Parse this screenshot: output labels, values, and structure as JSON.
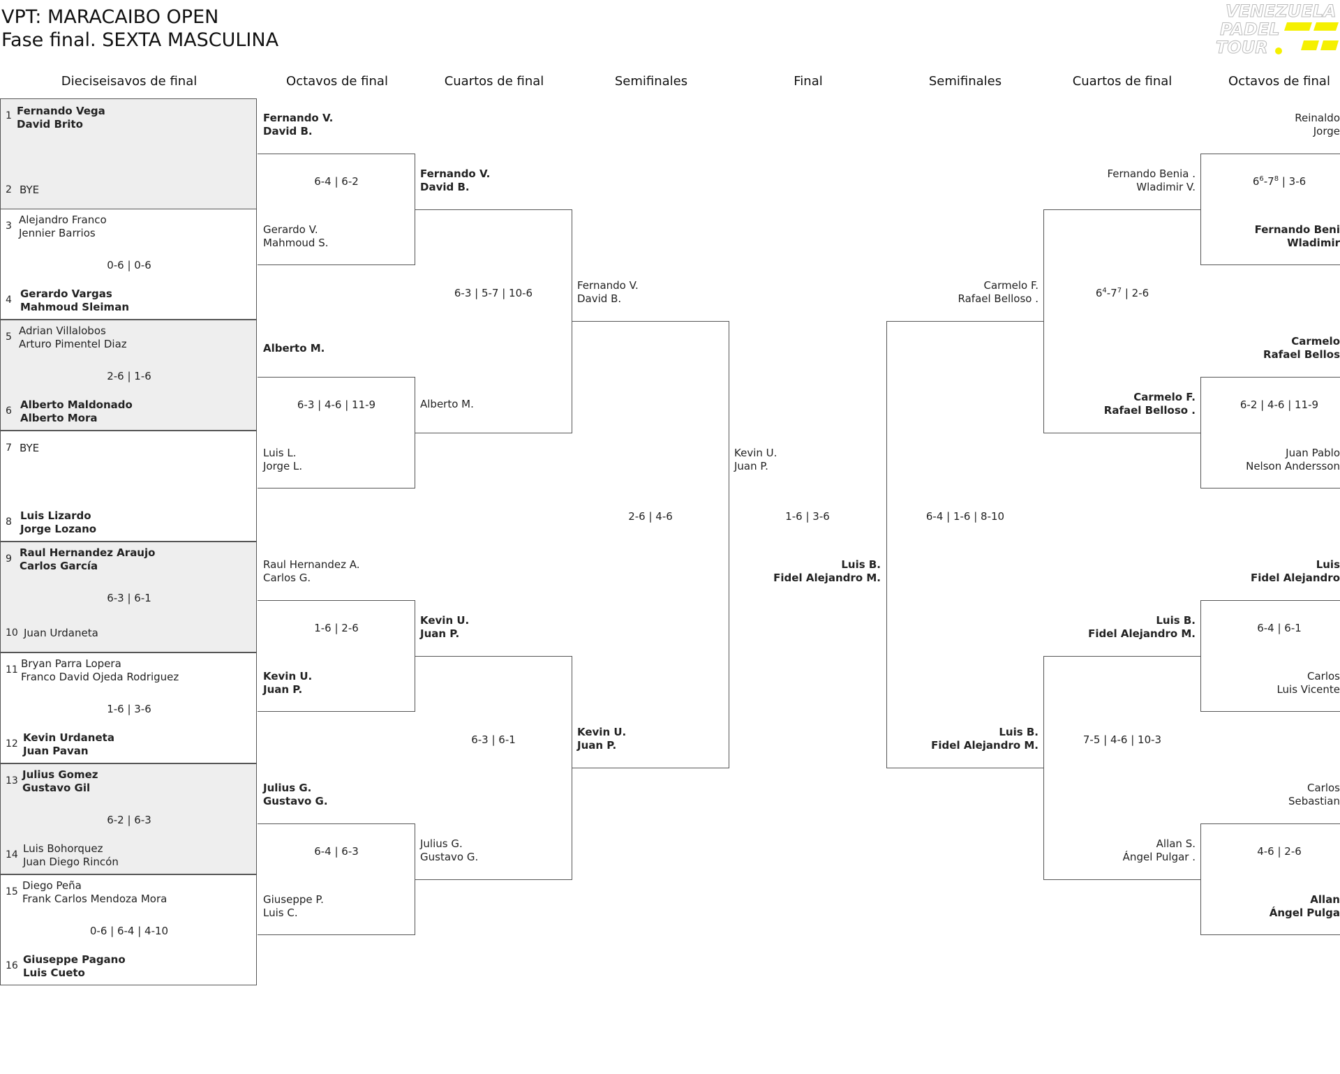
{
  "title": {
    "line1": "VPT: MARACAIBO OPEN",
    "line2": "Fase final. SEXTA MASCULINA"
  },
  "logo": {
    "line1": "VENEZUELA",
    "line2": "PADEL",
    "line3": "TOUR",
    "accent": "#f5f000"
  },
  "headers": [
    "Dieciseisavos de final",
    "Octavos de final",
    "Cuartos de final",
    "Semifinales",
    "Final",
    "Semifinales",
    "Cuartos de final",
    "Octavos de final"
  ],
  "r32": [
    {
      "seed_a": "1",
      "a1": "Fernando Vega",
      "a2": "David Brito",
      "seed_b": "2",
      "b1": "BYE",
      "b2": "",
      "score": ""
    },
    {
      "seed_a": "3",
      "a1": "Alejandro Franco",
      "a2": "Jennier Barrios",
      "seed_b": "4",
      "b1": "Gerardo Vargas",
      "b2": "Mahmoud Sleiman",
      "score": "0-6 | 0-6"
    },
    {
      "seed_a": "5",
      "a1": "Adrian Villalobos",
      "a2": "Arturo Pimentel Diaz",
      "seed_b": "6",
      "b1": "Alberto Maldonado",
      "b2": "Alberto Mora",
      "score": "2-6 | 1-6"
    },
    {
      "seed_a": "7",
      "a1": "BYE",
      "a2": "",
      "seed_b": "8",
      "b1": "Luis Lizardo",
      "b2": "Jorge Lozano",
      "score": ""
    },
    {
      "seed_a": "9",
      "a1": "Raul Hernandez Araujo",
      "a2": "Carlos García",
      "seed_b": "10",
      "b1": "Juan Urdaneta",
      "b2": "",
      "score": "6-3 | 6-1"
    },
    {
      "seed_a": "11",
      "a1": "Bryan Parra Lopera",
      "a2": "Franco David Ojeda Rodriguez",
      "seed_b": "12",
      "b1": "Kevin Urdaneta",
      "b2": "Juan Pavan",
      "score": "1-6 | 3-6"
    },
    {
      "seed_a": "13",
      "a1": "Julius Gomez",
      "a2": "Gustavo Gil",
      "seed_b": "14",
      "b1": "Luis Bohorquez",
      "b2": "Juan Diego Rincón",
      "score": "6-2 | 6-3"
    },
    {
      "seed_a": "15",
      "a1": "Diego Peña",
      "a2": "Frank Carlos Mendoza Mora",
      "seed_b": "16",
      "b1": "Giuseppe Pagano",
      "b2": "Luis Cueto",
      "score": "0-6 | 6-4 | 4-10"
    }
  ],
  "r16": [
    {
      "a1": "Fernando V.",
      "a2": "David B.",
      "b1": "Gerardo V.",
      "b2": "Mahmoud S.",
      "score": "6-4 | 6-2"
    },
    {
      "a1": "Alberto M.",
      "a2": "",
      "b1": "Luis L.",
      "b2": "Jorge L.",
      "score": "6-3 | 4-6 | 11-9"
    },
    {
      "a1": "Raul Hernandez A.",
      "a2": "Carlos G.",
      "b1": "Kevin U.",
      "b2": "Juan P.",
      "score": "1-6 | 2-6"
    },
    {
      "a1": "Julius G.",
      "a2": "Gustavo G.",
      "b1": "Giuseppe P.",
      "b2": "Luis C.",
      "score": "6-4 | 6-3"
    }
  ],
  "qf": [
    {
      "a1": "Fernando V.",
      "a2": "David B.",
      "b1": "Alberto M.",
      "b2": "",
      "score": "6-3 | 5-7 | 10-6"
    },
    {
      "a1": "Kevin U.",
      "a2": "Juan P.",
      "b1": "Julius G.",
      "b2": "Gustavo G.",
      "score": "6-3 | 6-1"
    }
  ],
  "sf_left": {
    "a1": "Fernando V.",
    "a2": "David B.",
    "b1": "Kevin U.",
    "b2": "Juan P.",
    "score": "2-6 | 4-6"
  },
  "final": {
    "a1": "Kevin U.",
    "a2": "Juan P.",
    "b1": "Luis B.",
    "b2": "Fidel Alejandro M.",
    "score": "1-6 | 3-6"
  },
  "sf_right": {
    "a1": "Carmelo F.",
    "a2": "Rafael Belloso .",
    "b1": "Luis B.",
    "b2": "Fidel Alejandro M.",
    "score": "6-4 | 1-6 | 8-10"
  },
  "qf_right": [
    {
      "a1": "Fernando Benia .",
      "a2": "Wladimir V.",
      "b1": "Carmelo F.",
      "b2": "Rafael Belloso .",
      "score_base1": "6",
      "score_sup1": "4",
      "score_base2": "-7",
      "score_sup2": "7",
      "score_rest": " | 2-6"
    },
    {
      "a1": "Luis B.",
      "a2": "Fidel Alejandro M.",
      "b1": "Allan S.",
      "b2": "Ángel Pulgar .",
      "score": "7-5 | 4-6 | 10-3"
    }
  ],
  "r16_right": [
    {
      "top1": "Reinaldo",
      "top2": "Jorge",
      "score_base1": "6",
      "score_sup1": "6",
      "score_base2": "-7",
      "score_sup2": "8",
      "score_rest": " | 3-6",
      "bot1": "Fernando Beni",
      "bot2": "Wladimir"
    },
    {
      "top1": "Carmelo",
      "top2": "Rafael Bellos",
      "score": "6-2 | 4-6 | 11-9",
      "bot1": "Juan Pablo",
      "bot2": "Nelson Andersson"
    },
    {
      "top1": "Luis",
      "top2": "Fidel Alejandro",
      "score": "6-4 | 6-1",
      "bot1": "Carlos",
      "bot2": "Luis Vicente"
    },
    {
      "top1": "Carlos",
      "top2": "Sebastian",
      "score": "4-6 | 2-6",
      "bot1": "Allan",
      "bot2": "Ángel Pulga"
    }
  ]
}
